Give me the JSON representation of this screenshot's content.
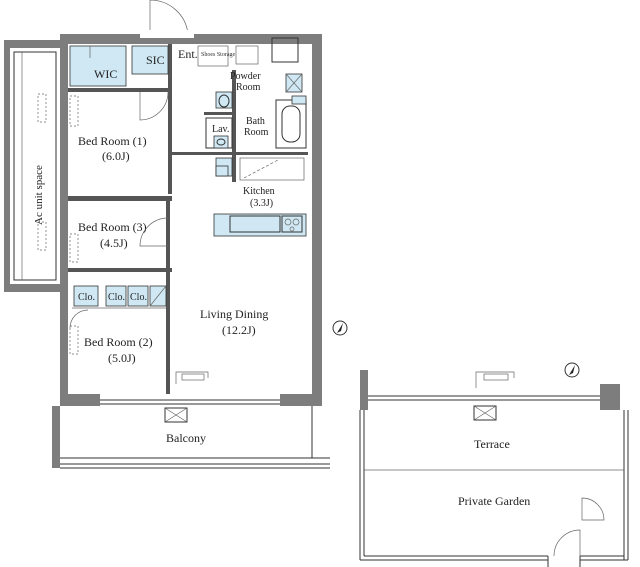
{
  "labels": {
    "ac_unit_space": "Ac unit space",
    "wic": "WIC",
    "sic": "SIC",
    "ent": "Ent.",
    "shoes_storage": "Shoes Storage",
    "powder_room_line1": "Powder",
    "powder_room_line2": "Room",
    "lav": "Lav.",
    "bath_room_line1": "Bath",
    "bath_room_line2": "Room",
    "bed_room_1_name": "Bed Room (1)",
    "bed_room_1_size": "(6.0J)",
    "bed_room_3_name": "Bed Room (3)",
    "bed_room_3_size": "(4.5J)",
    "bed_room_2_name": "Bed Room (2)",
    "bed_room_2_size": "(5.0J)",
    "kitchen_name": "Kitchen",
    "kitchen_size": "(3.3J)",
    "living_dining_name": "Living Dining",
    "living_dining_size": "(12.2J)",
    "clo_1": "Clo.",
    "clo_2": "Clo.",
    "clo_3": "Clo.",
    "balcony": "Balcony",
    "terrace": "Terrace",
    "private_garden": "Private Garden"
  },
  "colors": {
    "wall": "#7d7d7d",
    "storage_fill": "#cfe8f3",
    "line": "#333333"
  },
  "icons": [
    "north-arrow-icon",
    "door-swing-icon",
    "toilet-icon",
    "bathtub-icon",
    "sink-icon",
    "stove-icon",
    "sliding-door-icon"
  ]
}
